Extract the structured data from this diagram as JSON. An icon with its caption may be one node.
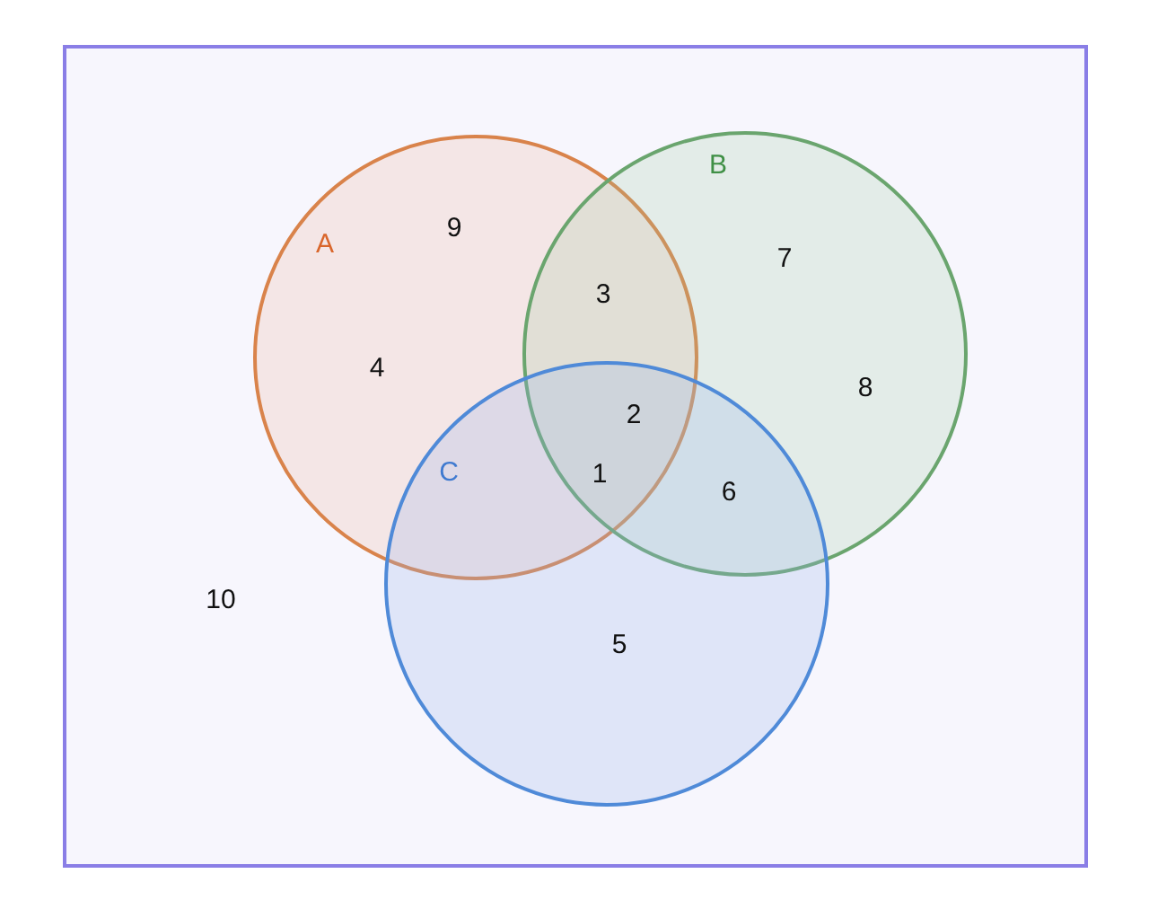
{
  "diagram": {
    "nodes": [
      {
        "text": [],
        "shape": "box"
      },
      {
        "text": [
          "A"
        ],
        "in": 0
      },
      {
        "text": [
          "B"
        ],
        "in": 0
      },
      {
        "text": [
          "C"
        ],
        "in": 0
      }
    ],
    "labels": [
      "9",
      "7",
      "3",
      "4",
      "8",
      "2",
      "1",
      "6",
      "10",
      "5"
    ]
  }
}
